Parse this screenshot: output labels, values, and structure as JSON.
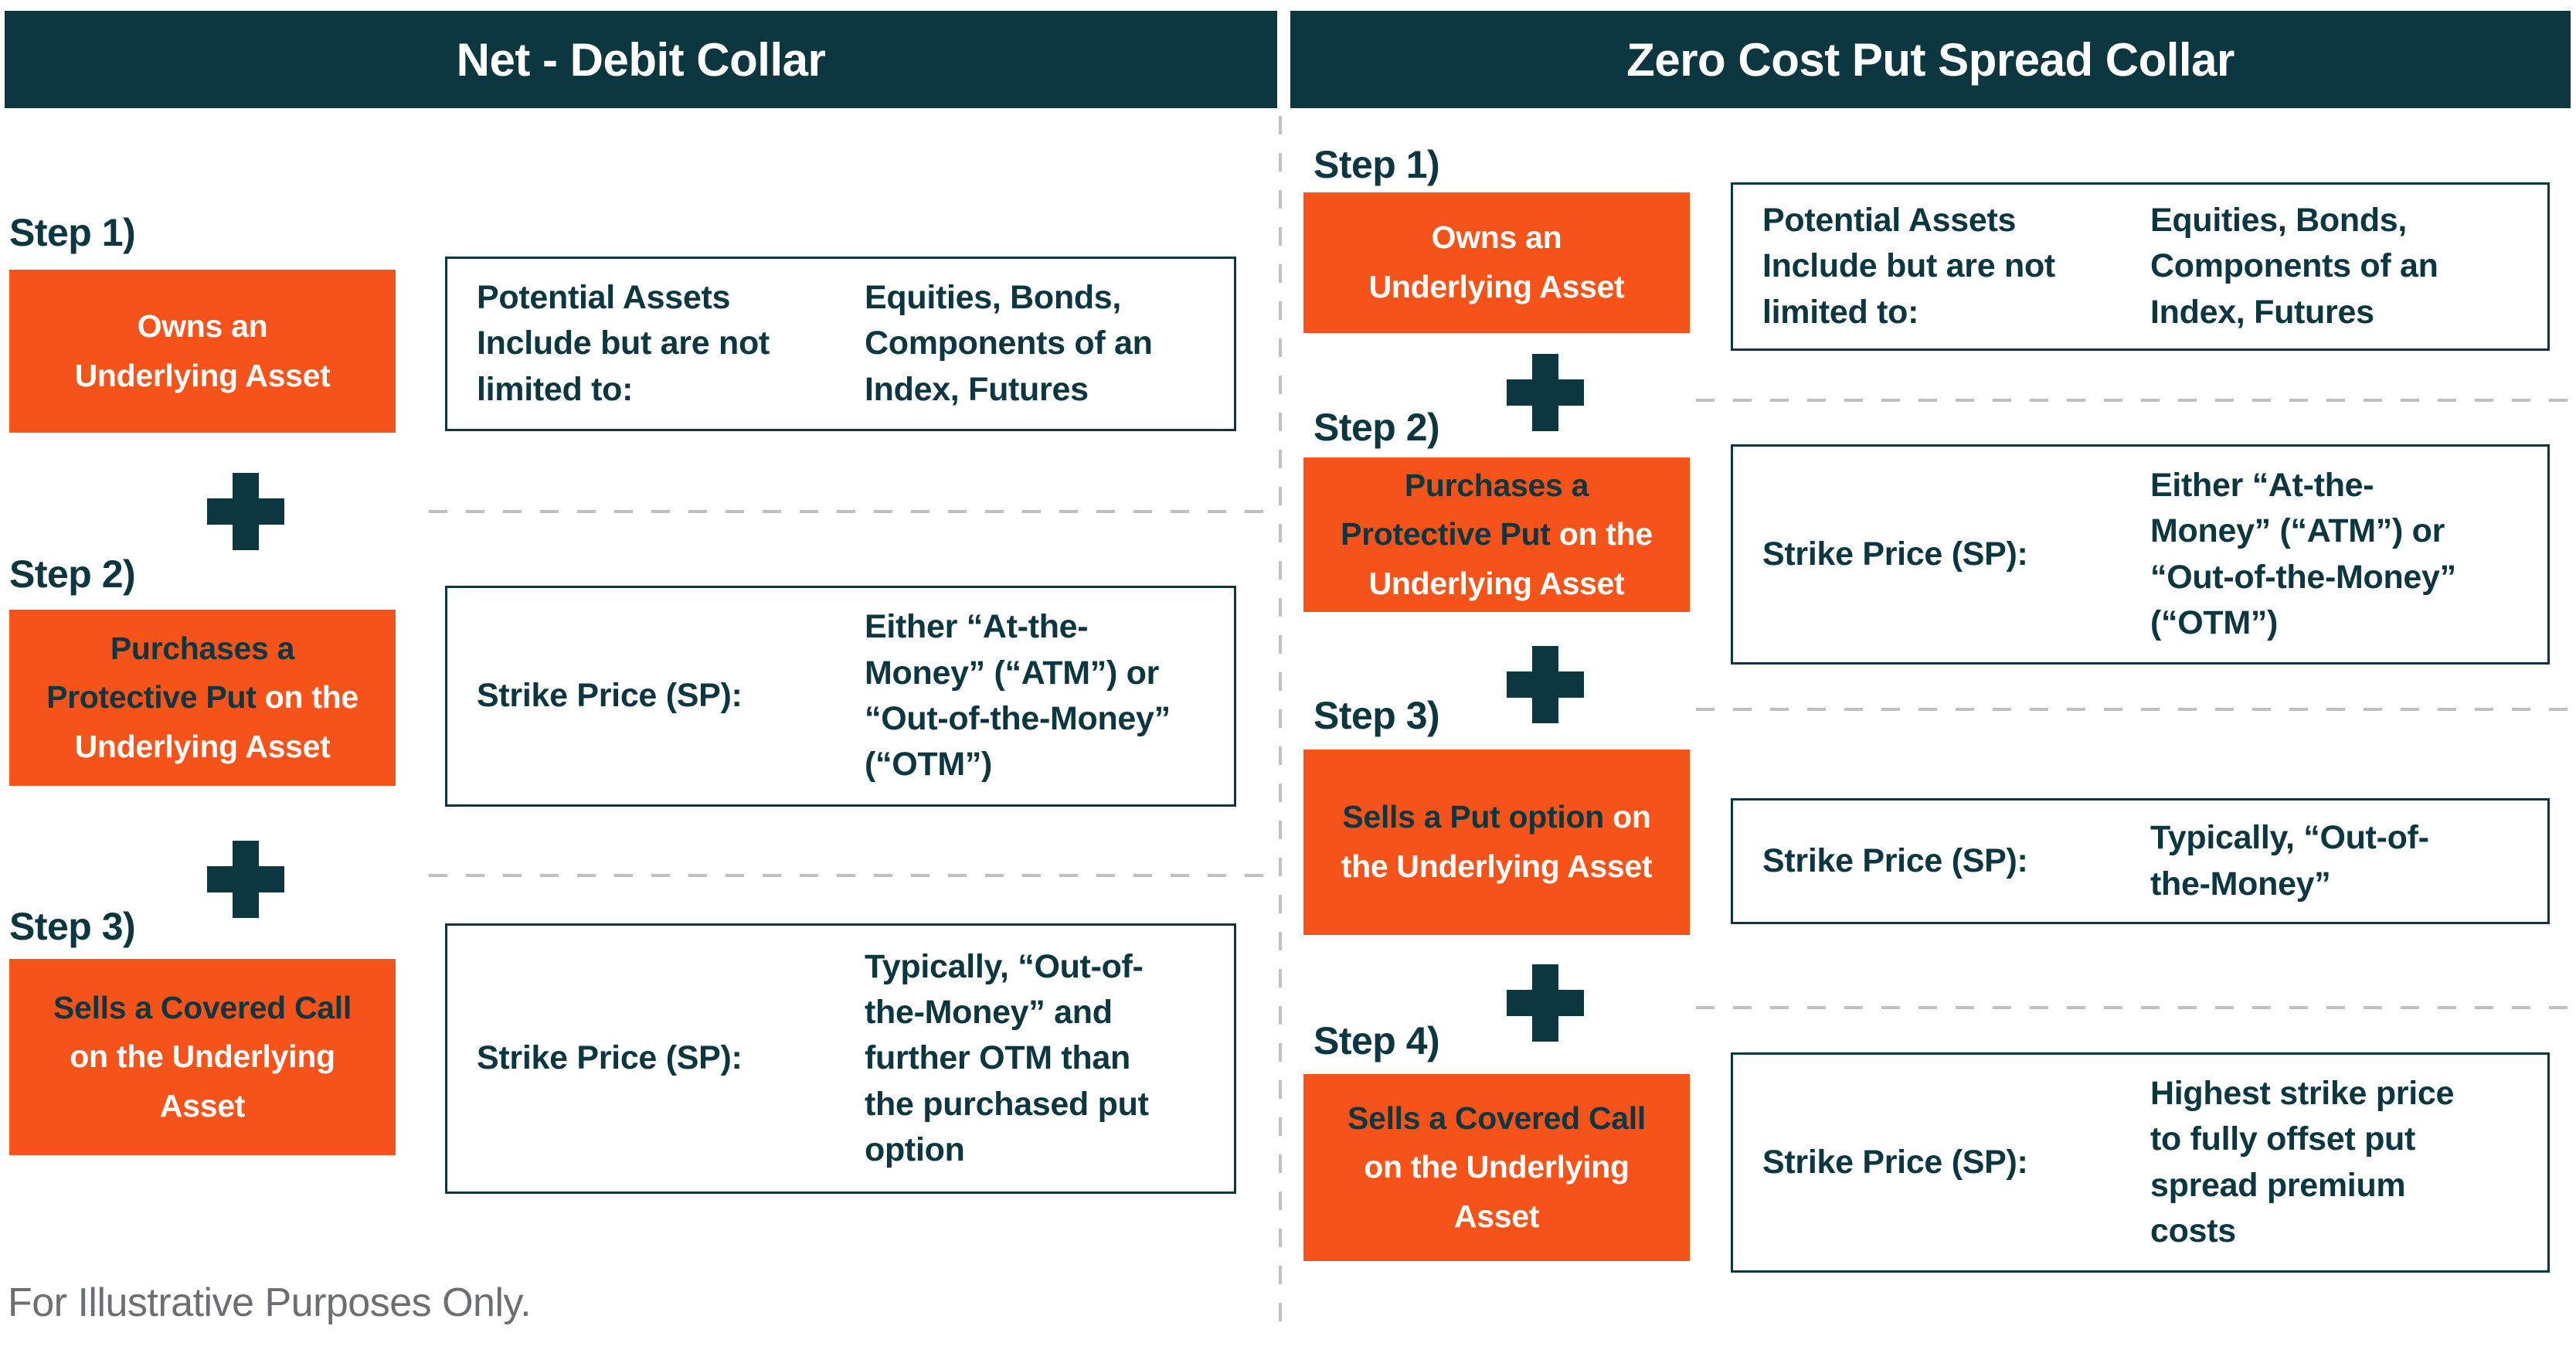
{
  "colors": {
    "dark_teal": "#0C3740",
    "orange": "#F6531A",
    "dashed_gray": "#BFC0C2",
    "footer_gray": "#6D6E71",
    "white": "#FFFFFF"
  },
  "footer": "For Illustrative Purposes Only.",
  "columns": [
    {
      "title": "Net - Debit Collar",
      "steps": [
        {
          "label": "Step 1)",
          "box": {
            "dark_text": "",
            "white_text": "Owns an\nUnderlying Asset"
          },
          "detail": {
            "label": "Potential Assets\nInclude but are not\nlimited to:",
            "value": "Equities, Bonds,\nComponents of an\nIndex, Futures"
          }
        },
        {
          "label": "Step 2)",
          "box": {
            "dark_text": "Purchases a\nProtective Put ",
            "white_text": "on the\nUnderlying Asset"
          },
          "detail": {
            "label": "Strike Price (SP):",
            "value": "Either “At-the-\nMoney” (“ATM”) or\n“Out-of-the-Money”\n(“OTM”)"
          }
        },
        {
          "label": "Step 3)",
          "box": {
            "dark_text": "Sells a Covered Call",
            "white_text": "\non the Underlying\nAsset"
          },
          "detail": {
            "label": "Strike Price (SP):",
            "value": "Typically, “Out-of-\nthe-Money” and\nfurther OTM than\nthe purchased put\noption"
          }
        }
      ]
    },
    {
      "title": "Zero Cost Put Spread Collar",
      "steps": [
        {
          "label": "Step 1)",
          "box": {
            "dark_text": "",
            "white_text": "Owns an\nUnderlying Asset"
          },
          "detail": {
            "label": "Potential Assets\nInclude but are not\nlimited to:",
            "value": "Equities, Bonds,\nComponents of an\nIndex, Futures"
          }
        },
        {
          "label": "Step 2)",
          "box": {
            "dark_text": "Purchases a\nProtective Put ",
            "white_text": "on the\nUnderlying Asset"
          },
          "detail": {
            "label": "Strike Price (SP):",
            "value": "Either “At-the-\nMoney” (“ATM”) or\n“Out-of-the-Money”\n(“OTM”)"
          }
        },
        {
          "label": "Step 3)",
          "box": {
            "dark_text": "Sells a Put option ",
            "white_text": "on\nthe Underlying Asset"
          },
          "detail": {
            "label": "Strike Price (SP):",
            "value": "Typically, “Out-of-\nthe-Money”"
          }
        },
        {
          "label": "Step 4)",
          "box": {
            "dark_text": "Sells a Covered Call",
            "white_text": "\non the Underlying\nAsset"
          },
          "detail": {
            "label": "Strike Price (SP):",
            "value": "Highest strike price\nto fully offset put\nspread premium\ncosts"
          }
        }
      ]
    }
  ]
}
